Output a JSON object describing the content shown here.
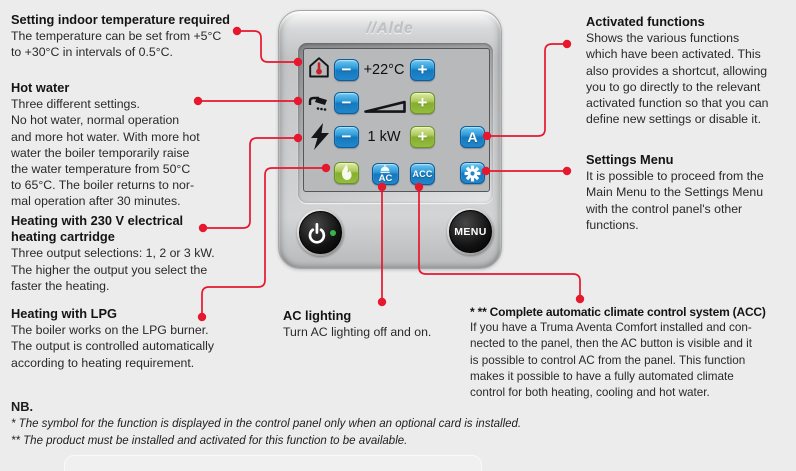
{
  "colors": {
    "callout_red": "#e5182e",
    "screen_gray": "#b7b9bb",
    "button_blue": "#1e85c9",
    "button_green": "#8fb73a",
    "led_green": "#38b54a"
  },
  "annotations": {
    "indoor_temp": {
      "title": "Setting indoor temperature required",
      "body": "The temperature can be set from +5°C\nto +30°C in intervals of 0.5°C."
    },
    "hot_water": {
      "title": "Hot water",
      "body": "Three different settings.\nNo hot water, normal operation\nand more hot water. With more hot\nwater the boiler temporarily raise\nthe water temperature from 50°C\nto 65°C. The boiler returns to nor-\nmal operation after 30 minutes."
    },
    "heating_230v": {
      "title": "Heating with 230 V electrical\nheating cartridge",
      "body": "Three output selections: 1, 2 or 3 kW.\nThe higher the output you select the\nfaster the heating."
    },
    "heating_lpg": {
      "title": "Heating with LPG",
      "body": "The boiler works on the LPG burner.\nThe output is controlled automatically\naccording to heating requirement."
    },
    "activated_functions": {
      "title": "Activated functions",
      "body": "Shows the various functions\nwhich have been activated. This\nalso provides a shortcut, allowing\nyou to go directly to the relevant\nactivated function so that you can\ndefine new settings or disable it."
    },
    "settings_menu": {
      "title": "Settings Menu",
      "body": "It is possible to proceed from the\nMain Menu to the Settings Menu\nwith the control panel's other\nfunctions."
    },
    "ac_lighting": {
      "title": "AC lighting",
      "body": "Turn AC lighting off and on."
    },
    "acc_system": {
      "title": "* ** Complete automatic climate control system (ACC)",
      "body": "If you have a Truma Aventa Comfort installed and con-\nnected to the panel, then the AC button is visible and it\nis possible to control AC from the panel. This function\nmakes it possible to have a fully automated climate\ncontrol for both heating, cooling and hot water."
    }
  },
  "nb": {
    "title": "NB.",
    "note1": "* The symbol for the function is displayed in the control panel only when an optional card is installed.",
    "note2": "** The product must be installed and activated for this function to be available."
  },
  "panel": {
    "logo": "//Alde",
    "screen": {
      "temperature": "+22°C",
      "power_output": "1 kW",
      "minus": "−",
      "plus": "+",
      "auto": "A",
      "ac": "AC",
      "acc": "ACC"
    },
    "menu": "MENU",
    "icons": {
      "indoor_temperature": "house-thermometer",
      "hot_water": "shower-tap",
      "electric_heating": "lightning-bolt",
      "output_level": "ramp-wedge",
      "lpg": "flame",
      "ac_lighting": "ceiling-lamp",
      "settings": "gear",
      "power": "power-symbol",
      "menu_led": "green-led"
    }
  }
}
